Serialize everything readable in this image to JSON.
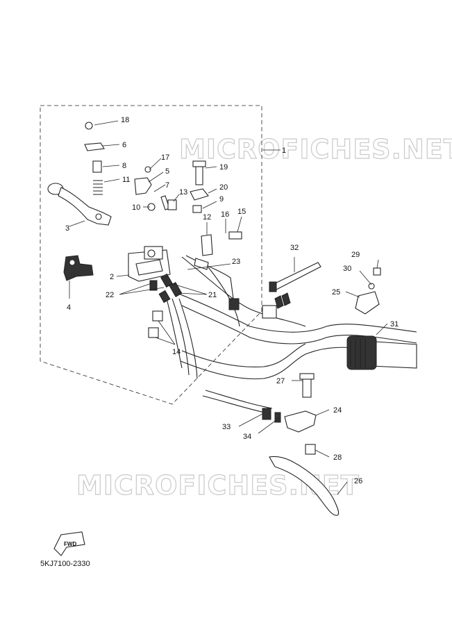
{
  "watermark_top": "MICROFICHES.NET",
  "watermark_bottom": "MICROFICHES.NET",
  "fwd_label": "FWD",
  "diagram_code": "5KJ7100-2330",
  "callouts": [
    "1",
    "2",
    "3",
    "4",
    "5",
    "6",
    "7",
    "8",
    "9",
    "10",
    "11",
    "12",
    "13",
    "14",
    "15",
    "16",
    "17",
    "18",
    "19",
    "20",
    "21",
    "22",
    "23",
    "24",
    "25",
    "26",
    "27",
    "28",
    "29",
    "30",
    "31",
    "32",
    "33",
    "34"
  ]
}
